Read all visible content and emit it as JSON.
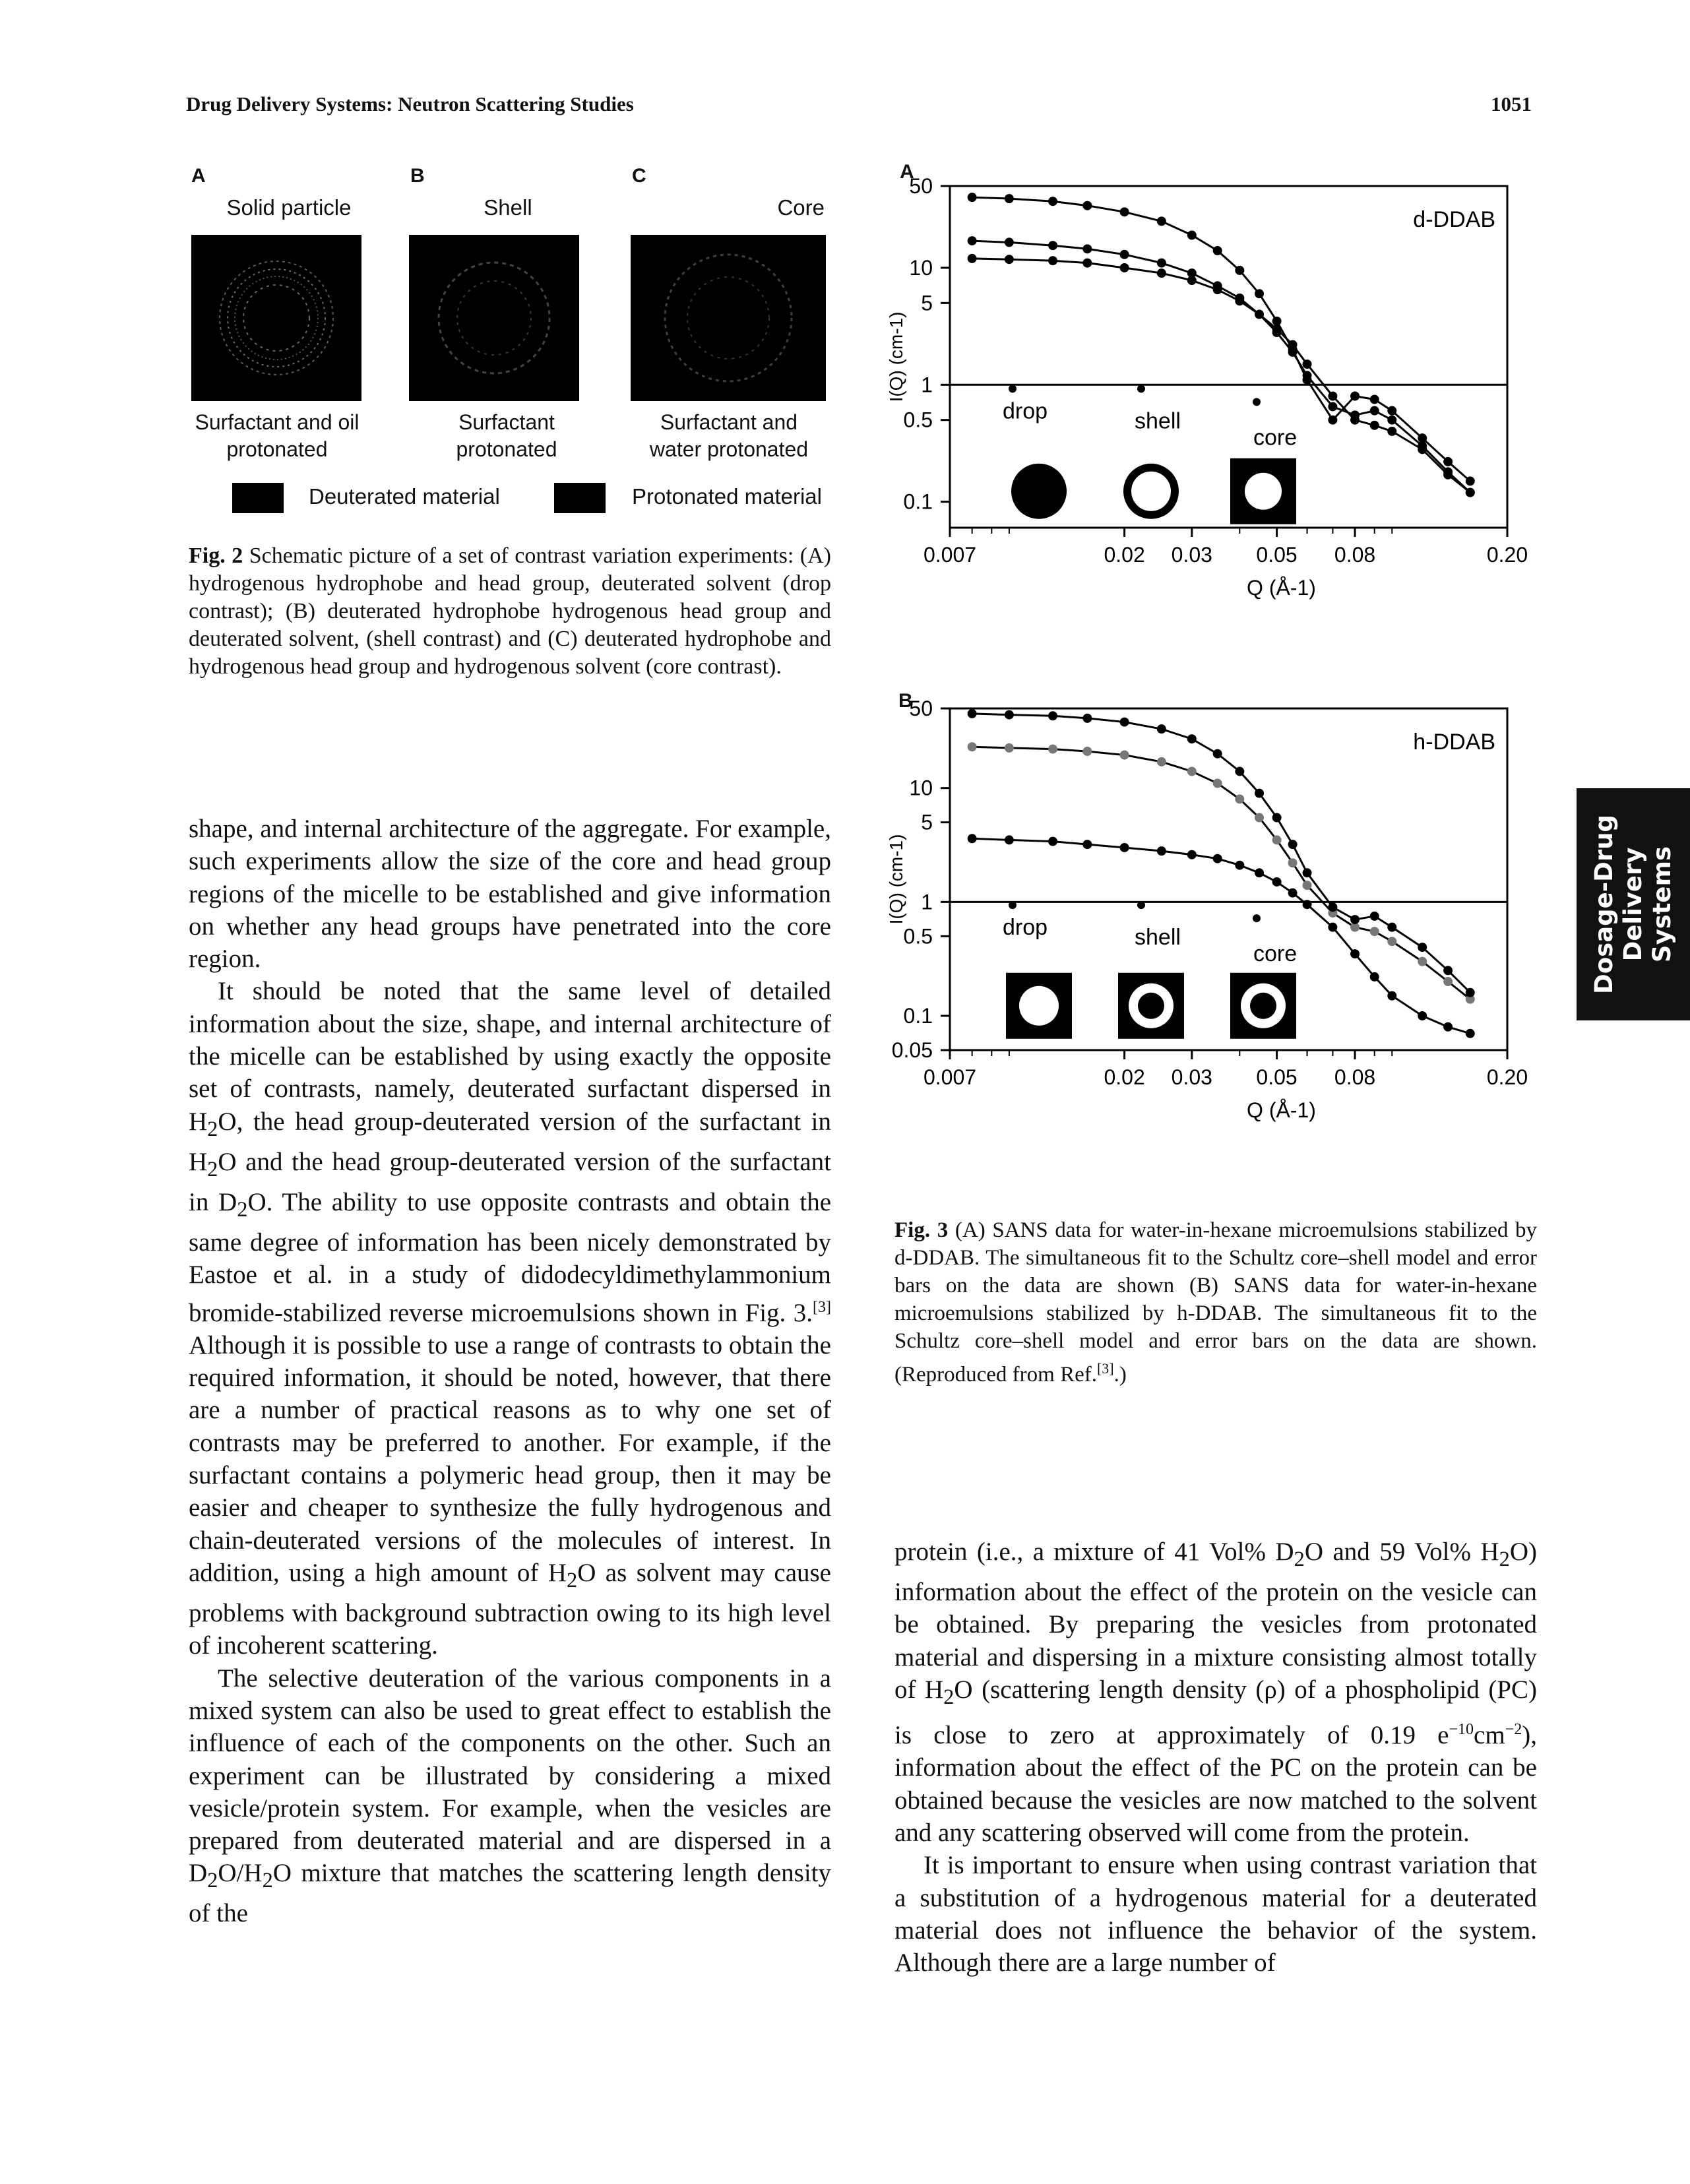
{
  "header": {
    "running_title": "Drug Delivery Systems: Neutron Scattering Studies",
    "page_number": "1051"
  },
  "fig2": {
    "panels": [
      {
        "letter": "A",
        "title": "Solid particle",
        "caption_line1": "Surfactant and oil",
        "caption_line2": "protonated"
      },
      {
        "letter": "B",
        "title": "Shell",
        "caption_line1": "Surfactant",
        "caption_line2": "protonated"
      },
      {
        "letter": "C",
        "title": "Core",
        "caption_line1": "Surfactant and",
        "caption_line2": "water protonated"
      }
    ],
    "legend": {
      "deuterated": "Deuterated material",
      "protonated": "Protonated material"
    },
    "caption_label": "Fig. 2",
    "caption_text": "Schematic picture of a set of contrast variation experiments: (A) hydrogenous hydrophobe and head group, deuterated solvent (drop contrast); (B) deuterated hydrophobe hydrogenous head group and deuterated solvent, (shell contrast) and (C) deuterated hydrophobe and hydrogenous head group and hydrogenous solvent (core contrast)."
  },
  "left_column": {
    "p1": "shape, and internal architecture of the aggregate. For example, such experiments allow the size of the core and head group regions of the micelle to be established and give information on whether any head groups have penetrated into the core region.",
    "p2_a": "It should be noted that the same level of detailed information about the size, shape, and internal architecture of the micelle can be established by using exactly the opposite set of contrasts, namely, deuterated surfactant dispersed in H",
    "p2_b": "O, the head group-deuterated version of the surfactant in H",
    "p2_c": "O and the head group-deuterated version of the surfactant in D",
    "p2_d": "O. The ability to use opposite contrasts and obtain the same degree of information has been nicely demonstrated by Eastoe et al. in a study of didodecyldimethylammonium bromide-stabilized reverse microemulsions shown in Fig. 3.",
    "p2_ref": "[3]",
    "p2_e": " Although it is possible to use a range of contrasts to obtain the required information, it should be noted, however, that there are a number of practical reasons as to why one set of contrasts may be preferred to another. For example, if the surfactant contains a polymeric head group, then it may be easier and cheaper to synthesize the fully hydrogenous and chain-deuterated versions of the molecules of interest. In addition, using a high amount of H",
    "p2_f": "O as solvent may cause problems with background subtraction owing to its high level of incoherent scattering.",
    "p3_a": "The selective deuteration of the various components in a mixed system can also be used to great effect to establish the influence of each of the components on the other. Such an experiment can be illustrated by considering a mixed vesicle/protein system. For example, when the vesicles are prepared from deuterated material and are dispersed in a D",
    "p3_b": "O/H",
    "p3_c": "O mixture that matches the scattering length density of the",
    "sub2": "2"
  },
  "fig3": {
    "caption_label": "Fig. 3",
    "caption_text": "(A) SANS data for water-in-hexane microemulsions stabilized by d-DDAB. The simultaneous fit to the Schultz core–shell model and error bars on the data are shown (B) SANS data for water-in-hexane microemulsions stabilized by h-DDAB. The simultaneous fit to the Schultz core–shell model and error bars on the data are shown. (Reproduced from Ref.",
    "caption_ref": "[3]",
    "caption_end": ".)"
  },
  "chart_data": [
    {
      "type": "scatter",
      "panel": "A",
      "title": "d-DDAB",
      "xlabel": "Q (Å-1)",
      "ylabel": "I(Q) (cm-1)",
      "x_scale": "log",
      "y_scale": "log",
      "xlim": [
        0.007,
        0.2
      ],
      "ylim": [
        0.06,
        50
      ],
      "x_ticks": [
        "0.007",
        "0.02",
        "0.03",
        "0.05",
        "0.08",
        "0.20"
      ],
      "y_ticks": [
        "50",
        "10",
        "5",
        "1",
        "0.5",
        "0.1"
      ],
      "series": [
        {
          "name": "drop",
          "x": [
            0.008,
            0.01,
            0.013,
            0.016,
            0.02,
            0.025,
            0.03,
            0.035,
            0.04,
            0.045,
            0.05,
            0.055,
            0.06,
            0.07,
            0.08,
            0.09,
            0.1,
            0.12,
            0.14,
            0.16
          ],
          "y": [
            40,
            39,
            37,
            34,
            30,
            25,
            19,
            14,
            9.5,
            6,
            3.5,
            2,
            1.1,
            0.5,
            0.8,
            0.75,
            0.6,
            0.35,
            0.22,
            0.15
          ]
        },
        {
          "name": "shell",
          "x": [
            0.008,
            0.01,
            0.013,
            0.016,
            0.02,
            0.025,
            0.03,
            0.035,
            0.04,
            0.045,
            0.05,
            0.055,
            0.06,
            0.07,
            0.08,
            0.09,
            0.1,
            0.12,
            0.14,
            0.16
          ],
          "y": [
            17,
            16.5,
            15.5,
            14.5,
            13,
            11,
            9,
            7,
            5.5,
            4,
            2.8,
            1.9,
            1.2,
            0.65,
            0.55,
            0.6,
            0.5,
            0.3,
            0.18,
            0.12
          ]
        },
        {
          "name": "core",
          "x": [
            0.008,
            0.01,
            0.013,
            0.016,
            0.02,
            0.025,
            0.03,
            0.035,
            0.04,
            0.045,
            0.05,
            0.055,
            0.06,
            0.07,
            0.08,
            0.09,
            0.1,
            0.12,
            0.14,
            0.16
          ],
          "y": [
            12,
            11.8,
            11.5,
            11,
            10,
            9,
            7.8,
            6.5,
            5.2,
            4,
            3,
            2.2,
            1.5,
            0.8,
            0.5,
            0.45,
            0.4,
            0.28,
            0.17,
            0.12
          ]
        }
      ],
      "reference_line_y": 1,
      "legend_labels": [
        "drop",
        "shell",
        "core"
      ]
    },
    {
      "type": "scatter",
      "panel": "B",
      "title": "h-DDAB",
      "xlabel": "Q (Å-1)",
      "ylabel": "I(Q) (cm-1)",
      "x_scale": "log",
      "y_scale": "log",
      "xlim": [
        0.007,
        0.2
      ],
      "ylim": [
        0.05,
        50
      ],
      "x_ticks": [
        "0.007",
        "0.02",
        "0.03",
        "0.05",
        "0.08",
        "0.20"
      ],
      "y_ticks": [
        "50",
        "10",
        "5",
        "1",
        "0.5",
        "0.1",
        "0.05"
      ],
      "series": [
        {
          "name": "drop",
          "x": [
            0.008,
            0.01,
            0.013,
            0.016,
            0.02,
            0.025,
            0.03,
            0.035,
            0.04,
            0.045,
            0.05,
            0.055,
            0.06,
            0.07,
            0.08,
            0.09,
            0.1,
            0.12,
            0.14,
            0.16
          ],
          "y": [
            3.6,
            3.5,
            3.4,
            3.2,
            3.0,
            2.8,
            2.6,
            2.4,
            2.1,
            1.8,
            1.5,
            1.2,
            0.95,
            0.6,
            0.35,
            0.22,
            0.15,
            0.1,
            0.08,
            0.07
          ]
        },
        {
          "name": "shell",
          "x": [
            0.008,
            0.01,
            0.013,
            0.016,
            0.02,
            0.025,
            0.03,
            0.035,
            0.04,
            0.045,
            0.05,
            0.055,
            0.06,
            0.07,
            0.08,
            0.09,
            0.1,
            0.12,
            0.14,
            0.16
          ],
          "y": [
            23,
            22.5,
            22,
            21,
            19.5,
            17,
            14,
            11,
            8,
            5.5,
            3.5,
            2.2,
            1.4,
            0.8,
            0.6,
            0.55,
            0.45,
            0.3,
            0.2,
            0.14
          ]
        },
        {
          "name": "core",
          "x": [
            0.008,
            0.01,
            0.013,
            0.016,
            0.02,
            0.025,
            0.03,
            0.035,
            0.04,
            0.045,
            0.05,
            0.055,
            0.06,
            0.07,
            0.08,
            0.09,
            0.1,
            0.12,
            0.14,
            0.16
          ],
          "y": [
            45,
            44,
            43,
            41,
            38,
            33,
            27,
            20,
            14,
            9,
            5.5,
            3.2,
            1.8,
            0.9,
            0.7,
            0.75,
            0.6,
            0.4,
            0.25,
            0.16
          ]
        }
      ],
      "reference_line_y": 1,
      "legend_labels": [
        "drop",
        "shell",
        "core"
      ]
    }
  ],
  "right_column": {
    "p1_a": "protein (i.e., a mixture of 41 Vol% D",
    "p1_b": "O and 59 Vol% H",
    "p1_c": "O) information about the effect of the protein on the vesicle can be obtained. By preparing the vesicles from protonated material and dispersing in a mixture consisting almost totally of H",
    "p1_d": "O (scattering length density (ρ) of a phospholipid (PC) is close to zero at approximately of 0.19 e",
    "p1_sup1": "−10",
    "p1_e": "cm",
    "p1_sup2": "−2",
    "p1_f": "), information about the effect of the PC on the protein can be obtained because the vesicles are now matched to the solvent and any scattering observed will come from the protein.",
    "p2": "It is important to ensure when using contrast variation that a substitution of a hydrogenous material for a deuterated material does not influence the behavior of the system. Although there are a large number of"
  },
  "side_tab": {
    "line1": "Dosage-Drug",
    "line2": "Delivery Systems"
  }
}
